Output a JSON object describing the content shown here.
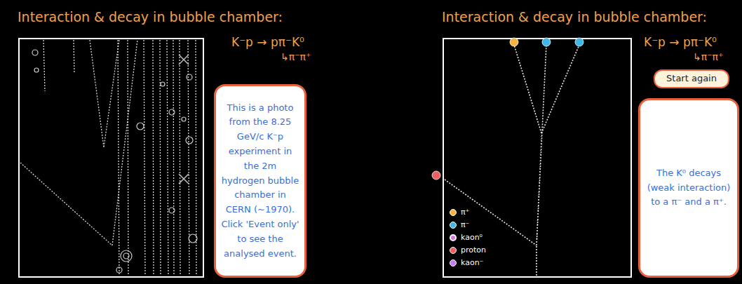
{
  "diagram": {
    "title": "Interaction & decay in bubble chamber:",
    "nodes": [
      {
        "text": [
          "This is a photo from the 8.25 GeV/c K⁻p experiment in the 2m hydrogen bubble chamber in CERN (~1970). Click 'Event only' to see the analysed event."
        ]
      },
      {
        "text": [
          "Start again"
        ]
      },
      {
        "text": [
          "The K⁰ decays (weak interaction) to a π⁻ and a π⁺."
        ]
      }
    ],
    "labels": [
      "K⁻p → pπ⁻K⁰",
      "↳π⁻π⁺",
      "Interaction & decay in bubble chamber:",
      "K⁻p → pπ⁻K⁰",
      "↳π⁻π⁺"
    ],
    "legend": [
      {
        "text": "π⁺",
        "color": "#f5b342"
      },
      {
        "text": "π⁻",
        "color": "#3fb8e8"
      },
      {
        "text": "kaon⁰",
        "color": "#e070e0"
      },
      {
        "text": "proton",
        "color": "#f06060"
      },
      {
        "text": "kaon⁻",
        "color": "#c77df0"
      }
    ]
  }
}
